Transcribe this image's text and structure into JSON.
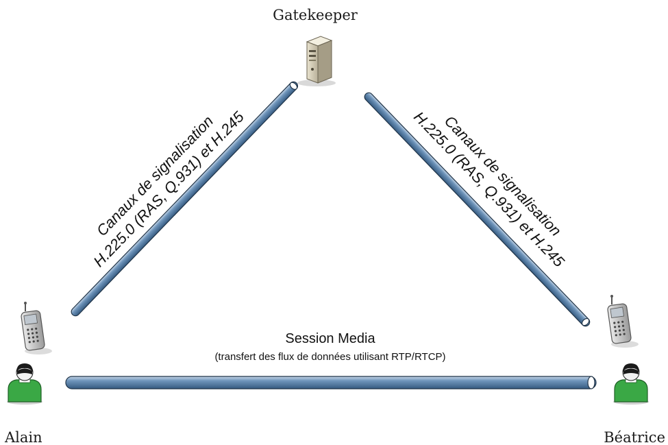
{
  "nodes": {
    "gatekeeper": "Gatekeeper",
    "alain": "Alain",
    "beatrice": "Béatrice"
  },
  "channels": {
    "left": {
      "line1": "Canaux de signalisation",
      "line2": "H.225.0 (RAS, Q.931) et H.245"
    },
    "right": {
      "line1": "Canaux de signalisation",
      "line2": "H.225.0 (RAS, Q.931) et H.245"
    }
  },
  "media": {
    "title": "Session Media",
    "subtitle": "(transfert des flux de données utilisant RTP/RTCP)"
  },
  "colors": {
    "pipe": "#5b84ad",
    "pipe_edge": "#1f3347",
    "person_body": "#3aa845",
    "person_head": "#1b1b1b"
  },
  "icons": {
    "server": "server-icon",
    "phone": "mobile-phone-icon",
    "person": "person-icon"
  }
}
